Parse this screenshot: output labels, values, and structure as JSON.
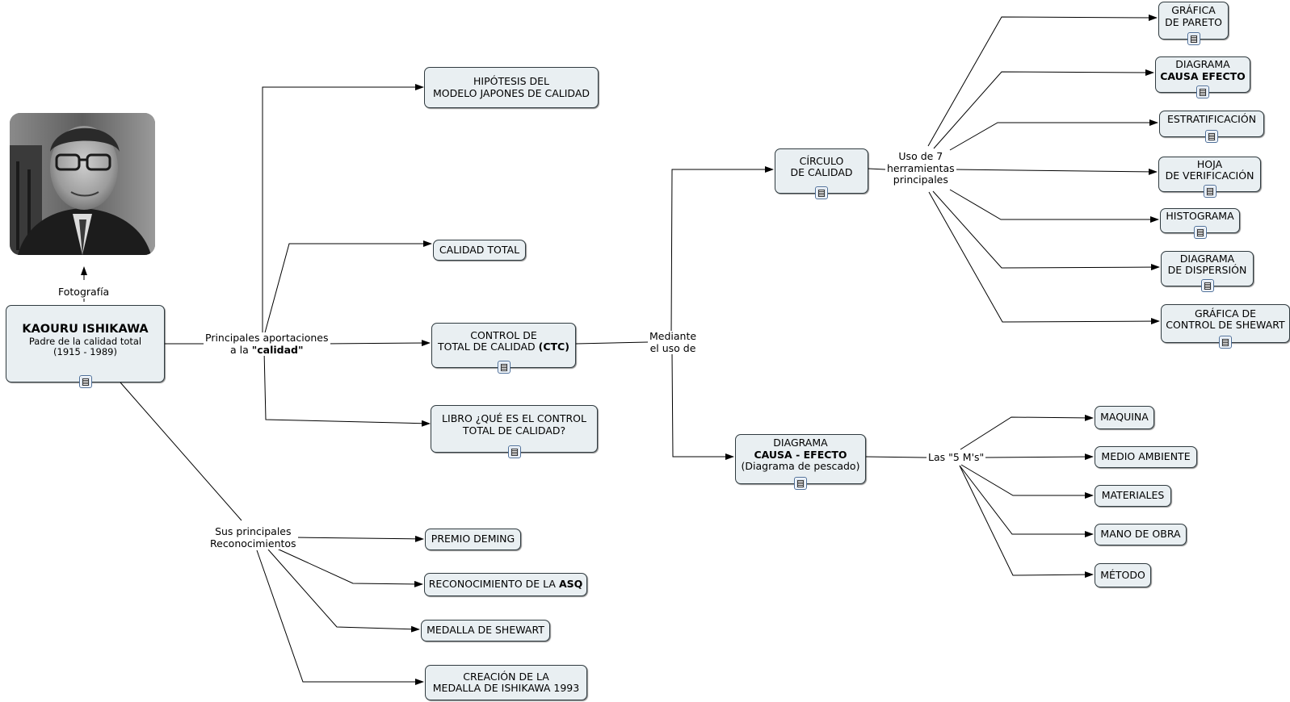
{
  "root": {
    "title": "KAOURU ISHIKAWA",
    "subtitle": "Padre de la calidad total",
    "years": "(1915 - 1989)"
  },
  "links": {
    "foto": "Fotografía",
    "aportes_1": "Principales aportaciones",
    "aportes_2_pre": "a la ",
    "aportes_2_bold": "\"calidad\"",
    "mediante_1": "Mediante",
    "mediante_2": "el uso de",
    "uso_1": "Uso de 7",
    "uso_2": "herramientas",
    "uso_3": "principales",
    "cinco_m": "Las \"5 M's\"",
    "recon_1": "Sus principales",
    "recon_2": "Reconocimientos"
  },
  "aportes": {
    "hipotesis_1": "HIPÓTESIS DEL",
    "hipotesis_2": "MODELO JAPONES DE CALIDAD",
    "calidad_total": "CALIDAD TOTAL",
    "ctc_1": "CONTROL DE",
    "ctc_2_pre": "TOTAL DE CALIDAD ",
    "ctc_2_bold": "(CTC)",
    "libro_1": "LIBRO ¿QUÉ ES EL CONTROL",
    "libro_2": "TOTAL DE CALIDAD?"
  },
  "metodos": {
    "circulo_1": "CÍRCULO",
    "circulo_2": "DE CALIDAD",
    "diag_1": "DIAGRAMA",
    "diag_2": "CAUSA - EFECTO",
    "diag_3": "(Diagrama de pescado)"
  },
  "herramientas": {
    "pareto_1": "GRÁFICA",
    "pareto_2": "DE PARETO",
    "causa_1": "DIAGRAMA",
    "causa_2": "CAUSA EFECTO",
    "estrat": "ESTRATIFICACIÓN",
    "hoja_1": "HOJA",
    "hoja_2": "DE VERIFICACIÓN",
    "histo": "HISTOGRAMA",
    "disp_1": "DIAGRAMA",
    "disp_2": "DE DISPERSIÓN",
    "shew_1": "GRÁFICA DE",
    "shew_2": "CONTROL DE SHEWART"
  },
  "cinco_ms": {
    "maquina": "MAQUINA",
    "medio": "MEDIO AMBIENTE",
    "materiales": "MATERIALES",
    "mano": "MANO DE OBRA",
    "metodo": "MÉTODO"
  },
  "reconocimientos": {
    "deming": "PREMIO DEMING",
    "asq_pre": "RECONOCIMIENTO DE LA ",
    "asq_bold": "ASQ",
    "shewart": "MEDALLA DE SHEWART",
    "ishikawa_1": "CREACIÓN DE LA",
    "ishikawa_2": "MEDALLA DE ISHIKAWA 1993"
  },
  "icons": {
    "resource": "document-icon",
    "photo": "portrait-photo"
  },
  "colors": {
    "node_fill": "#e9eff2",
    "node_border": "#2f3a3f",
    "line": "#000000"
  }
}
